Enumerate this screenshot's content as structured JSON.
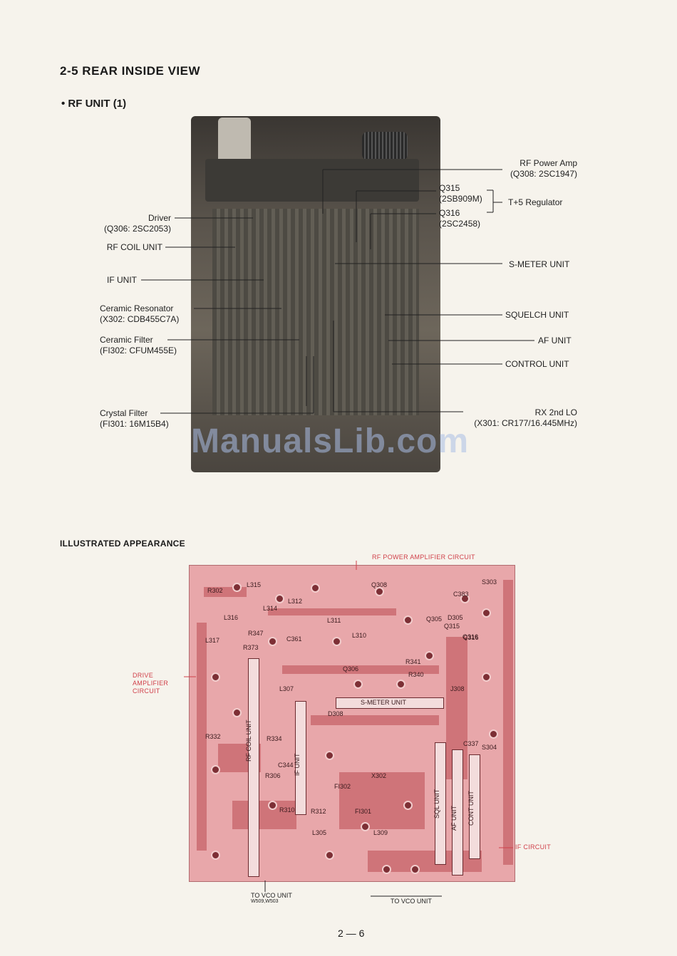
{
  "section_title": "2-5  REAR INSIDE VIEW",
  "subsection_title": "• RF UNIT (1)",
  "illustrated_heading": "ILLUSTRATED APPEARANCE",
  "page_number": "2 — 6",
  "watermark": "ManualsLib.com",
  "photo_labels": {
    "left": [
      {
        "line1": "Driver",
        "line2": "(Q306: 2SC2053)"
      },
      {
        "line1": "RF COIL UNIT",
        "line2": ""
      },
      {
        "line1": "IF UNIT",
        "line2": ""
      },
      {
        "line1": "Ceramic Resonator",
        "line2": "(X302: CDB455C7A)"
      },
      {
        "line1": "Ceramic Filter",
        "line2": "(FI302: CFUM455E)"
      },
      {
        "line1": "Crystal Filter",
        "line2": "(FI301: 16M15B4)"
      }
    ],
    "right": [
      {
        "line1": "RF Power Amp",
        "line2": "(Q308: 2SC1947)"
      },
      {
        "line1": "Q315",
        "line2": "(2SB909M)"
      },
      {
        "line1": "Q316",
        "line2": "(2SC2458)"
      },
      {
        "line1": "S-METER UNIT",
        "line2": ""
      },
      {
        "line1": "SQUELCH UNIT",
        "line2": ""
      },
      {
        "line1": "AF UNIT",
        "line2": ""
      },
      {
        "line1": "CONTROL UNIT",
        "line2": ""
      },
      {
        "line1": "RX 2nd LO",
        "line2": "(X301: CR177/16.445MHz)"
      }
    ],
    "regulator": "T+5 Regulator"
  },
  "pcb": {
    "rf_power_amplifier_circuit": "RF POWER AMPLIFIER CIRCUIT",
    "drive_amplifier_circuit": "DRIVE AMPLIFIER CIRCUIT",
    "if_circuit": "IF CIRCUIT",
    "to_vco_unit_left": "TO VCO UNIT",
    "to_vco_unit_left_sub": "W509,W503",
    "to_vco_unit_bottom": "TO VCO UNIT",
    "strips": {
      "rf_coil_unit": "RF COIL UNIT",
      "if_unit": "IF UNIT",
      "s_meter_unit": "S-METER UNIT",
      "sql_unit": "SQL UNIT",
      "af_unit": "AF UNIT",
      "cont_unit": "CONT UNIT"
    },
    "parts": [
      "Q308",
      "Q305",
      "Q306",
      "Q316",
      "Q315",
      "L312",
      "L311",
      "L310",
      "L314",
      "L315",
      "L316",
      "L317",
      "L305",
      "L309",
      "L307",
      "R347",
      "R373",
      "R341",
      "R340",
      "R332",
      "R334",
      "R306",
      "R310",
      "R312",
      "C383",
      "C316",
      "C361",
      "C344",
      "C337",
      "X302",
      "FI302",
      "FI301",
      "S303",
      "S304",
      "J308",
      "D308",
      "D305",
      "R302"
    ]
  }
}
